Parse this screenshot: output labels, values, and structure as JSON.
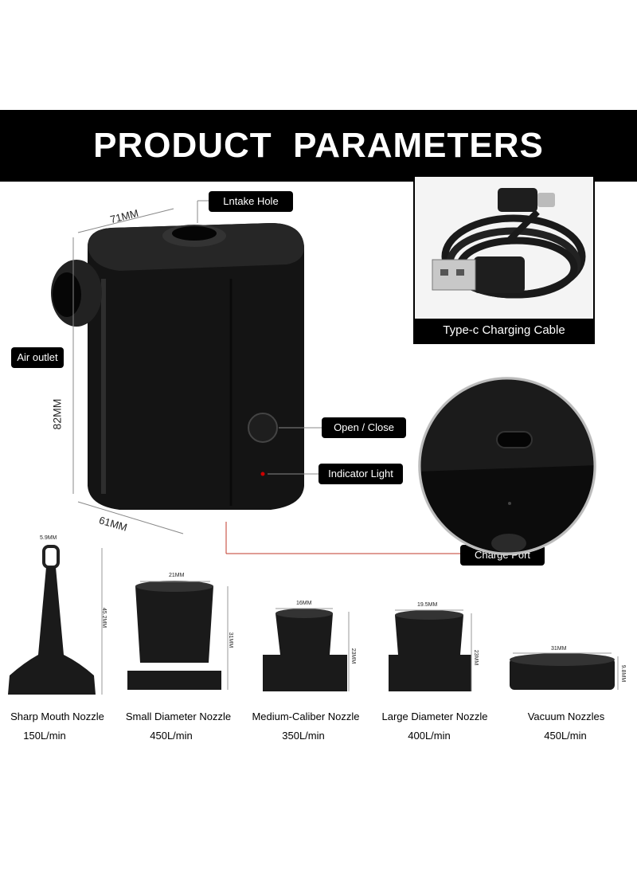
{
  "header": {
    "title": "PRODUCT  PARAMETERS"
  },
  "callouts": {
    "intake_hole": "Lntake Hole",
    "air_outlet": "Air outlet",
    "open_close": "Open / Close",
    "indicator_light": "Indicator Light",
    "charge_port": "Charge Port"
  },
  "cable": {
    "caption": "Type-c Charging Cable"
  },
  "dimensions": {
    "width_top": "71MM",
    "height": "82MM",
    "depth": "61MM"
  },
  "nozzles": [
    {
      "name": "Sharp Mouth Nozzle",
      "flow": "150L/min",
      "dim_w": "5.9MM",
      "dim_h": "45.2MM"
    },
    {
      "name": "Small Diameter Nozzle",
      "flow": "450L/min",
      "dim_w": "21MM",
      "dim_h": "31MM"
    },
    {
      "name": "Medium-Caliber Nozzle",
      "flow": "350L/min",
      "dim_w": "16MM",
      "dim_h": "23MM"
    },
    {
      "name": "Large Diameter Nozzle",
      "flow": "400L/min",
      "dim_w": "19.5MM",
      "dim_h": "23MM"
    },
    {
      "name": "Vacuum Nozzles",
      "flow": "450L/min",
      "dim_w": "31MM",
      "dim_h": "9.8MM"
    }
  ],
  "colors": {
    "banner": "#000000",
    "product": "#111111",
    "accent_light": "#cc0000"
  }
}
